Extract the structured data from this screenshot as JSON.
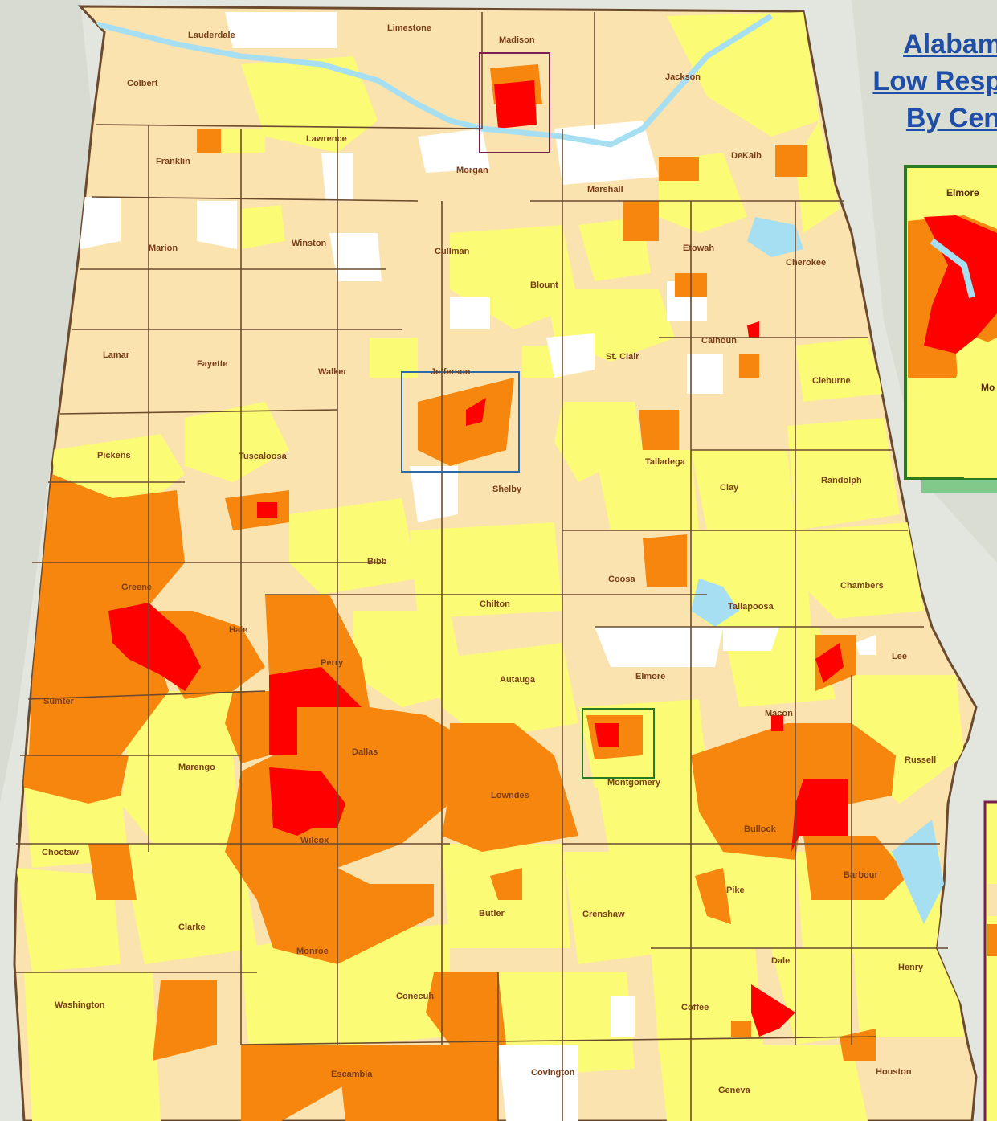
{
  "title": {
    "line1": "Alabam",
    "line2": "Low Resp",
    "line3": "By Cen"
  },
  "colors": {
    "background": "#e3e6df",
    "state_fill": "#fae3ae",
    "yellow": "#fbfb75",
    "orange": "#f7860f",
    "red": "#ff0000",
    "white": "#ffffff",
    "water": "#a6dff2",
    "border": "#6b4a2e",
    "title": "#1f4ea8",
    "label": "#7a3e1a",
    "madison_box": "#7a1f4d",
    "jefferson_box": "#2e6aa8",
    "montgomery_box": "#2c7a1f",
    "inset_green": "#2c7a1f",
    "inset_maroon": "#7a1f4d"
  },
  "inset": {
    "label_top": "Elmore",
    "label_bottom": "Mo"
  },
  "counties": [
    "Lauderdale",
    "Limestone",
    "Madison",
    "Jackson",
    "Colbert",
    "Franklin",
    "Lawrence",
    "Morgan",
    "Marshall",
    "DeKalb",
    "Marion",
    "Winston",
    "Cullman",
    "Etowah",
    "Cherokee",
    "Blount",
    "Lamar",
    "Fayette",
    "Walker",
    "Jefferson",
    "St. Clair",
    "Calhoun",
    "Cleburne",
    "Pickens",
    "Tuscaloosa",
    "Talladega",
    "Shelby",
    "Clay",
    "Randolph",
    "Bibb",
    "Coosa",
    "Chambers",
    "Greene",
    "Hale",
    "Chilton",
    "Tallapoosa",
    "Perry",
    "Autauga",
    "Elmore",
    "Lee",
    "Sumter",
    "Macon",
    "Dallas",
    "Marengo",
    "Montgomery",
    "Russell",
    "Lowndes",
    "Bullock",
    "Choctaw",
    "Wilcox",
    "Barbour",
    "Butler",
    "Crenshaw",
    "Pike",
    "Clarke",
    "Monroe",
    "Dale",
    "Henry",
    "Washington",
    "Conecuh",
    "Coffee",
    "Escambia",
    "Covington",
    "Houston",
    "Geneva"
  ]
}
